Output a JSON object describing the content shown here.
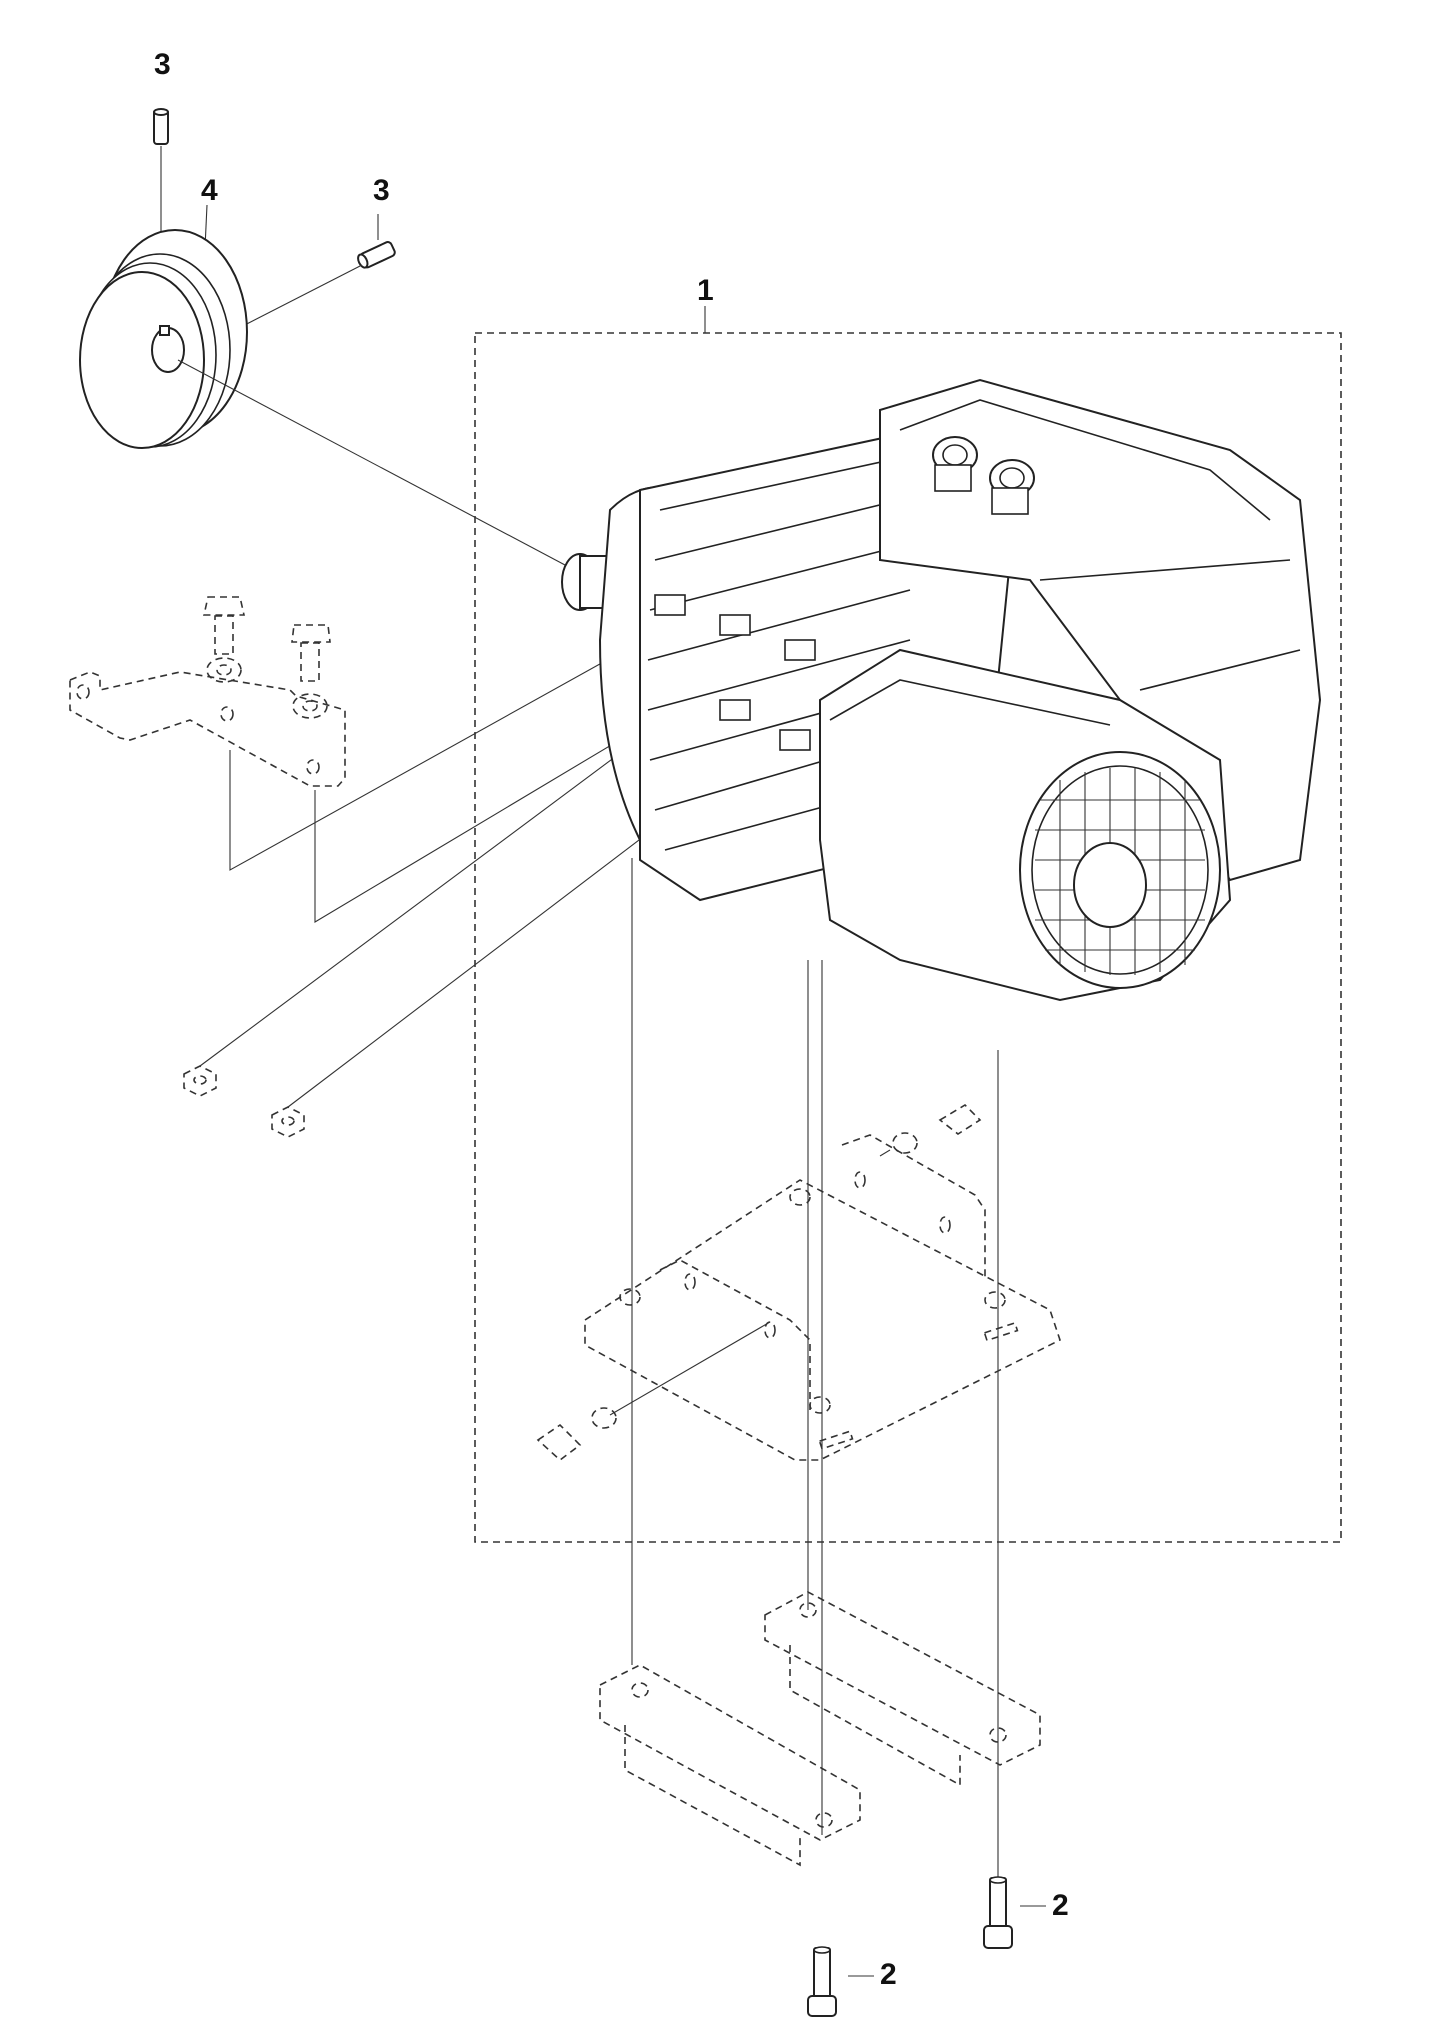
{
  "callouts": {
    "motor_assembly": "1",
    "bolt_right": "2",
    "bolt_bottom": "2",
    "pin_top": "3",
    "pin_right": "3",
    "pulley": "4"
  }
}
